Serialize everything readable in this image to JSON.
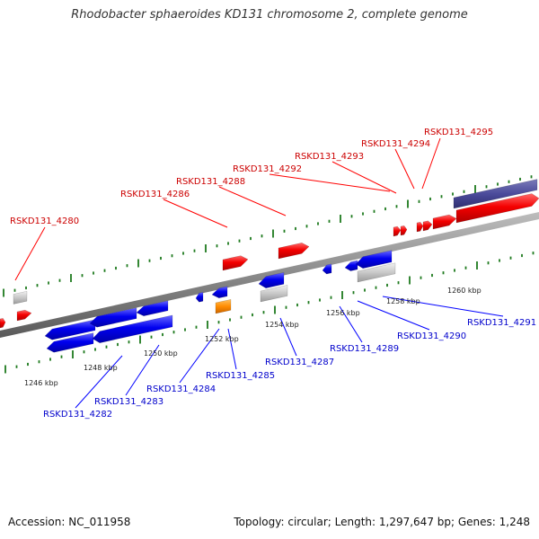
{
  "title": "Rhodobacter sphaeroides KD131 chromosome 2, complete genome",
  "footer": {
    "accession": "Accession: NC_011958",
    "summary": "Topology: circular; Length: 1,297,647 bp; Genes: 1,248"
  },
  "colors": {
    "forward": "#f40000",
    "reverse": "#0000ff",
    "gray_gene": "#c8c8c8",
    "orange_gene": "#ff8c00",
    "purple_gene": "#4b4b9b",
    "backbone": "#808080",
    "ticks": "#1f7a1f",
    "forward_label": "#cc0000",
    "reverse_label": "#0000cc"
  },
  "scale_labels": [
    "1246 kbp",
    "1248 kbp",
    "1250 kbp",
    "1252 kbp",
    "1254 kbp",
    "1256 kbp",
    "1258 kbp",
    "1260 kbp"
  ],
  "forward_labels": [
    "RSKD131_4280",
    "RSKD131_4286",
    "RSKD131_4288",
    "RSKD131_4292",
    "RSKD131_4293",
    "RSKD131_4294",
    "RSKD131_4295"
  ],
  "reverse_labels": [
    "RSKD131_4282",
    "RSKD131_4283",
    "RSKD131_4284",
    "RSKD131_4285",
    "RSKD131_4287",
    "RSKD131_4289",
    "RSKD131_4290",
    "RSKD131_4291"
  ]
}
